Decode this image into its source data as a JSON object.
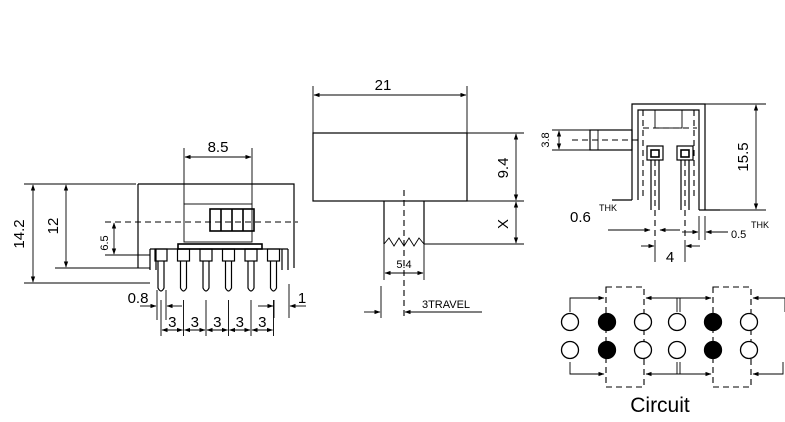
{
  "front_view": {
    "width_label": "8.5",
    "height_total_label": "14.2",
    "height_body_label": "12",
    "height_actuator_label": "6.5",
    "pin_width_label": "0.8",
    "end_offset_label": "1",
    "pitch_labels": [
      "3",
      "3",
      "3",
      "3",
      "3"
    ],
    "pin_count": 6
  },
  "side_view": {
    "length_label": "21",
    "body_height_label": "9.4",
    "actuator_height_label": "X",
    "actuator_width_label": "5.4",
    "travel_label": "3TRAVEL"
  },
  "end_view": {
    "offset_label": "3.8",
    "height_label": "15.5",
    "pin_thickness_label": "0.6",
    "pin_thickness_suffix": "THK",
    "frame_thickness_label": "0.5",
    "frame_thickness_suffix": "THK",
    "row_spacing_label": "4"
  },
  "circuit": {
    "caption": "Circuit",
    "rows": [
      [
        false,
        true,
        false,
        false,
        true,
        false
      ],
      [
        false,
        true,
        false,
        false,
        true,
        false
      ]
    ]
  }
}
